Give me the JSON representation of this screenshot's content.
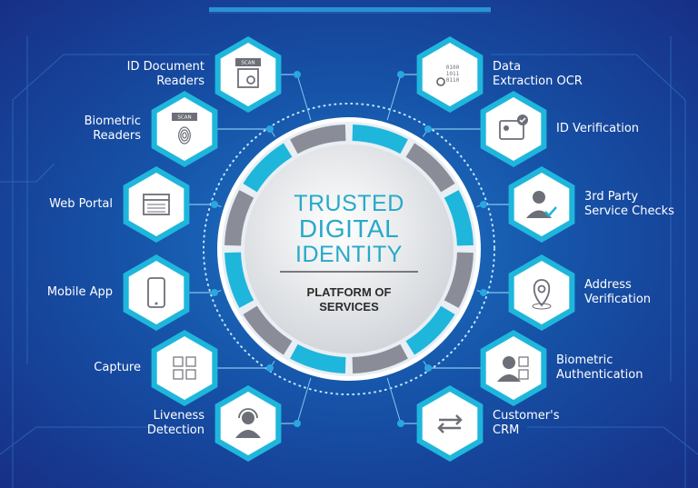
{
  "center": {
    "title_lines": [
      "TRUSTED",
      "DIGITAL",
      "IDENTITY"
    ],
    "subtitle": "PLATFORM OF\nSERVICES"
  },
  "colors": {
    "accent": "#1fb6dc",
    "segment_grey": "#8a8d98",
    "background": "#1653a8",
    "hex_fill": "#ffffff"
  },
  "services_left": [
    {
      "label": "ID Document\nReaders",
      "icon": "document-scanner-icon",
      "icon_text": "SCAN"
    },
    {
      "label": "Biometric\nReaders",
      "icon": "fingerprint-scanner-icon",
      "icon_text": "SCAN"
    },
    {
      "label": "Web Portal",
      "icon": "browser-window-icon"
    },
    {
      "label": "Mobile App",
      "icon": "smartphone-icon"
    },
    {
      "label": "Capture",
      "icon": "capture-grid-icon"
    },
    {
      "label": "Liveness\nDetection",
      "icon": "person-headset-icon"
    }
  ],
  "services_right": [
    {
      "label": "Data\nExtraction OCR",
      "icon": "binary-data-icon",
      "icon_text": "0100 1011 0110"
    },
    {
      "label": "ID Verification",
      "icon": "id-card-check-icon"
    },
    {
      "label": "3rd Party\nService Checks",
      "icon": "person-check-icon"
    },
    {
      "label": "Address\nVerification",
      "icon": "location-pin-icon"
    },
    {
      "label": "Biometric\nAuthentication",
      "icon": "face-recognition-icon"
    },
    {
      "label": "Customer's\nCRM",
      "icon": "exchange-arrows-icon"
    }
  ]
}
